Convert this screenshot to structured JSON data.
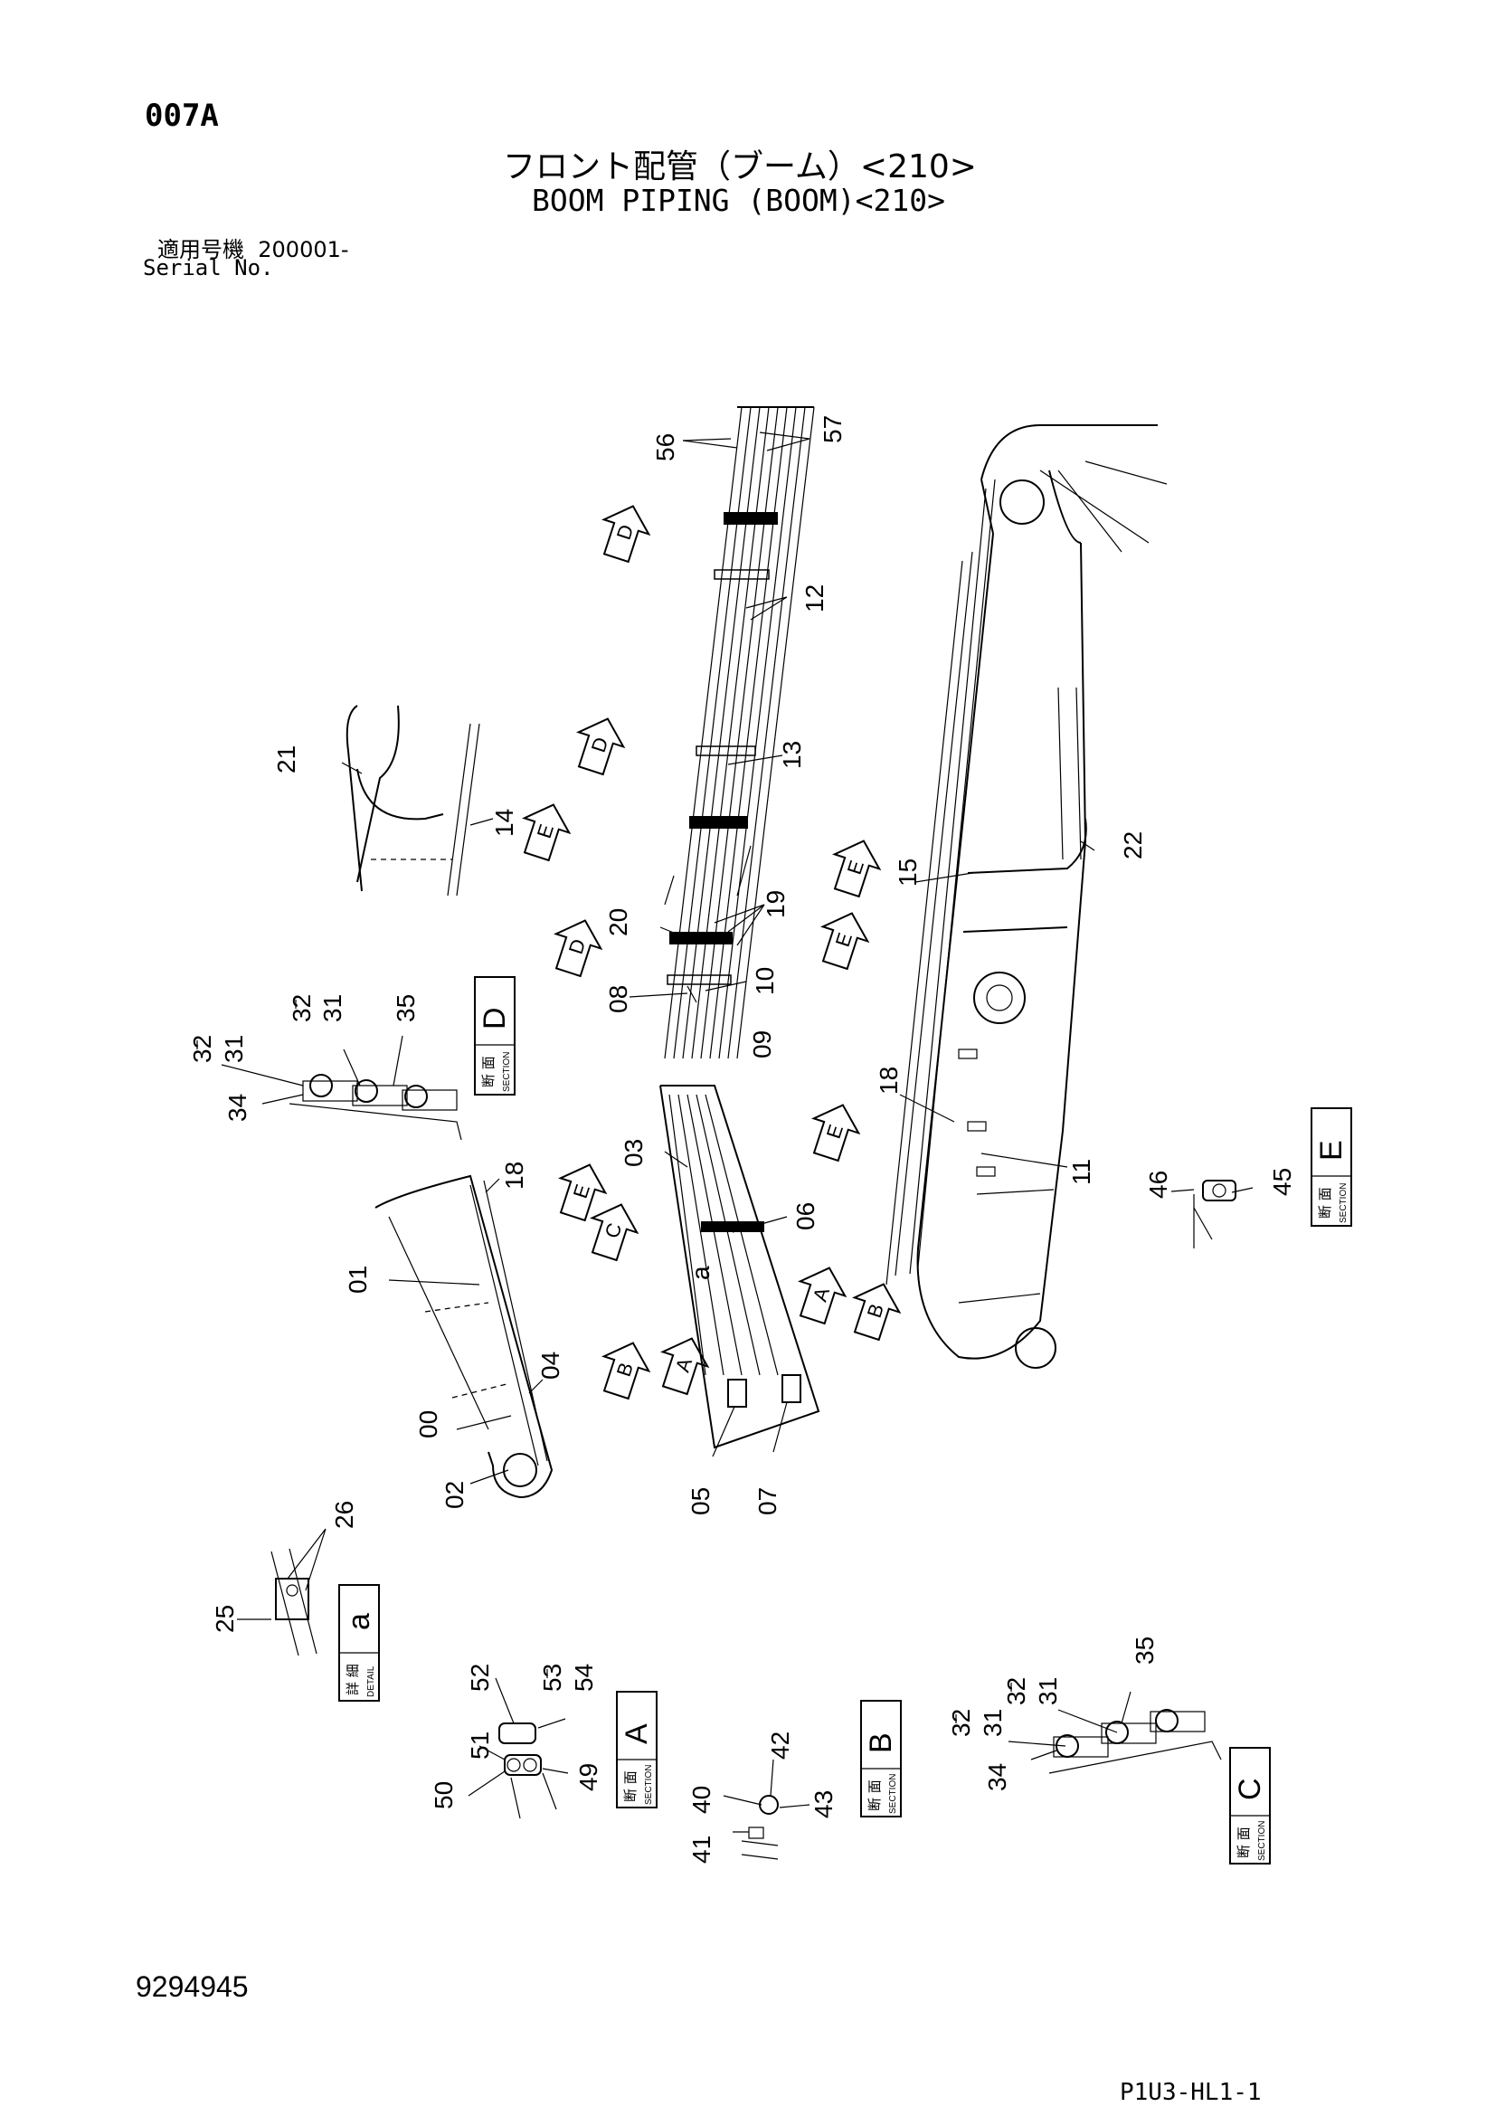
{
  "header": {
    "page_code": "007A",
    "title_jp": "フロント配管（ブーム）<210>",
    "title_en": "BOOM PIPING (BOOM)<210>",
    "serial_label_jp": "適用号機",
    "serial_value": "200001-",
    "serial_label_en": "Serial No."
  },
  "footer": {
    "part_number": "9294945",
    "drawing_code": "P1U3-HL1-1"
  },
  "view_arrows": [
    {
      "letter": "D"
    },
    {
      "letter": "D"
    },
    {
      "letter": "E"
    },
    {
      "letter": "D"
    },
    {
      "letter": "E"
    },
    {
      "letter": "E"
    },
    {
      "letter": "E"
    },
    {
      "letter": "E"
    },
    {
      "letter": "C"
    },
    {
      "letter": "A"
    },
    {
      "letter": "B"
    },
    {
      "letter": "B"
    },
    {
      "letter": "A"
    }
  ],
  "section_boxes": [
    {
      "letter": "D",
      "label_jp": "断 面",
      "label_en": "SECTION"
    },
    {
      "letter": "E",
      "label_jp": "断 面",
      "label_en": "SECTION"
    },
    {
      "letter": "a",
      "label_jp": "詳 細",
      "label_en": "DETAIL"
    },
    {
      "letter": "A",
      "label_jp": "断 面",
      "label_en": "SECTION"
    },
    {
      "letter": "B",
      "label_jp": "断 面",
      "label_en": "SECTION"
    },
    {
      "letter": "C",
      "label_jp": "断 面",
      "label_en": "SECTION"
    }
  ],
  "callouts": {
    "c56": "56",
    "c57": "57",
    "c12": "12",
    "c13": "13",
    "c19": "19",
    "c20": "20",
    "c10": "10",
    "c08": "08",
    "c09": "09",
    "c21": "21",
    "c14": "14",
    "c15": "15",
    "c22": "22",
    "c18a": "18",
    "c18b": "18",
    "c11": "11",
    "c46": "46",
    "c45": "45",
    "c03": "03",
    "c06": "06",
    "c01": "01",
    "c04": "04",
    "c00": "00",
    "c02": "02",
    "c05": "05",
    "c07": "07",
    "ca": "a",
    "c26": "26",
    "c25": "25",
    "d32": "32",
    "d31": "31",
    "d32b": "32",
    "d31b": "31",
    "d35": "35",
    "d34": "34",
    "s52": "52",
    "s53": "53",
    "s54": "54",
    "s51": "51",
    "s50": "50",
    "s49": "49",
    "b42": "42",
    "b40": "40",
    "b43": "43",
    "b41": "41",
    "cc32a": "32",
    "cc31a": "31",
    "cc35": "35",
    "cc32b": "32",
    "cc31b": "31",
    "cc34": "34"
  }
}
